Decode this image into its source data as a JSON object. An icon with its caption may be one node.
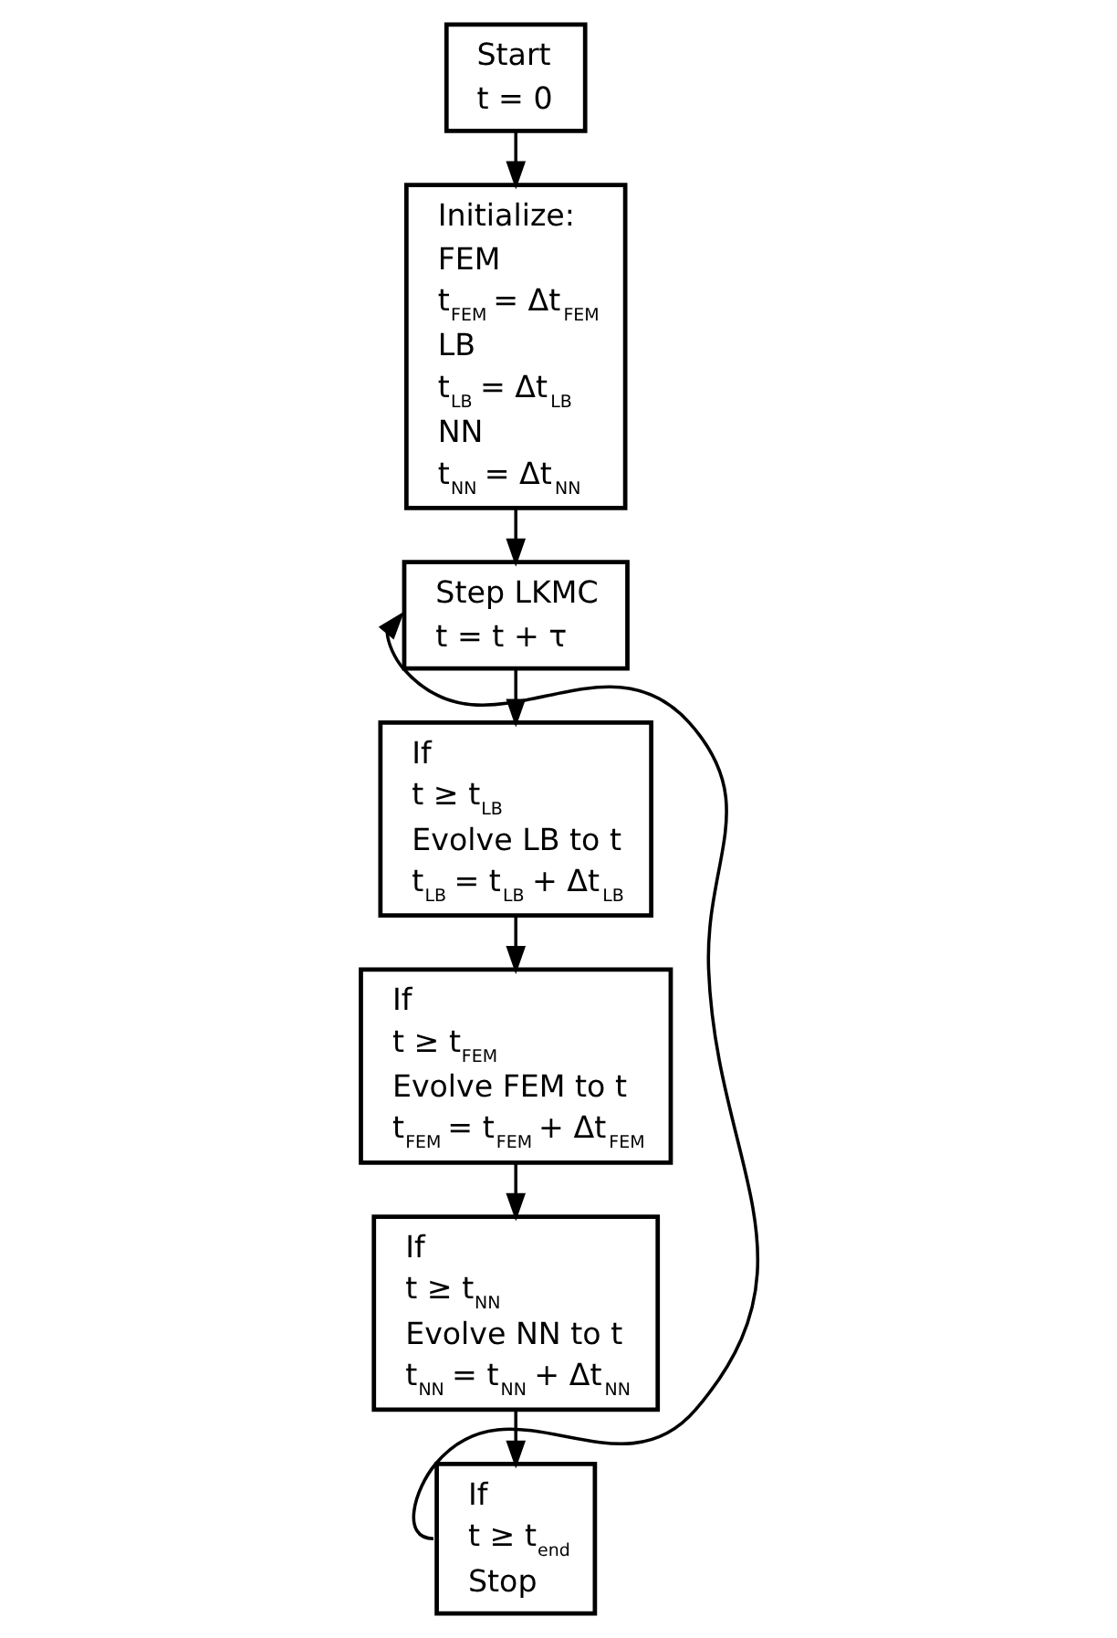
{
  "diagram": {
    "nodes": [
      {
        "text": [
          "Start",
          "t = 0"
        ]
      },
      {
        "text": [
          "Initialize:",
          "FEM",
          "t$_{FEM}$ = Δt$_{FEM}$",
          "LB",
          "t$_{LB}$ = Δt$_{LB}$",
          "NN",
          "t$_{NN}$ = Δt$_{NN}$"
        ]
      },
      {
        "text": [
          "Step LKMC",
          "t = t + τ"
        ]
      },
      {
        "text": [
          "If",
          "t ≥ t$_{LB}$",
          "Evolve LB to t",
          "t$_{LB}$ = t$_{LB}$ + Δt$_{LB}$"
        ]
      },
      {
        "text": [
          "If",
          "t ≥ t$_{FEM}$",
          "Evolve FEM to t",
          "t$_{FEM}$ = t$_{FEM}$ + Δt$_{FEM}$"
        ]
      },
      {
        "text": [
          "If",
          "t ≥ t$_{NN}$",
          "Evolve NN to t",
          "t$_{NN}$ = t$_{NN}$ + Δt$_{NN}$"
        ]
      },
      {
        "text": [
          "If",
          "t ≥ t$_{end}$",
          "Stop"
        ]
      }
    ],
    "edges": [
      {
        "from": 0,
        "to": 1,
        "arrow": "to"
      },
      {
        "from": 1,
        "to": 2,
        "arrow": "to"
      },
      {
        "from": 2,
        "to": 3,
        "arrow": "to"
      },
      {
        "from": 3,
        "to": 4,
        "arrow": "to"
      },
      {
        "from": 4,
        "to": 5,
        "arrow": "to"
      },
      {
        "from": 5,
        "to": 6,
        "arrow": "to"
      },
      {
        "from": 6,
        "to": 2,
        "arrow": "to"
      }
    ]
  }
}
